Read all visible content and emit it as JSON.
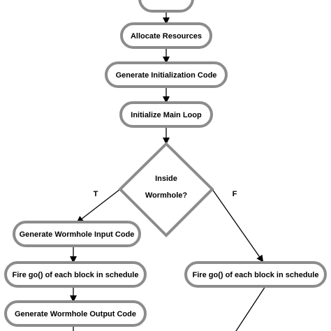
{
  "colors": {
    "node_border": "#8c8c8c",
    "node_fill": "#ffffff",
    "edge": "#000000",
    "text": "#000000",
    "background": "#ffffff"
  },
  "nodes": {
    "top": {
      "label": ""
    },
    "allocate": {
      "label": "Allocate Resources"
    },
    "gen_init": {
      "label": "Generate Initialization Code"
    },
    "init_loop": {
      "label": "Initialize Main Loop"
    },
    "decision": {
      "line1": "Inside",
      "line2": "Wormhole?"
    },
    "wh_input": {
      "label": "Generate Wormhole Input Code"
    },
    "fire_left": {
      "label": "Fire go() of each block in schedule"
    },
    "fire_right": {
      "label": "Fire go() of each block in schedule"
    },
    "wh_output": {
      "label": "Generate Wormhole Output Code"
    }
  },
  "edges": {
    "true_label": "T",
    "false_label": "F"
  }
}
